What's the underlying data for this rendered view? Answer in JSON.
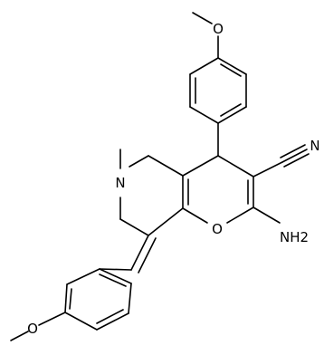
{
  "molecule": {
    "atom_labels": {
      "top_ether_O": "O",
      "nitrile_N": "N",
      "ring_N": "N",
      "ring_O": "O",
      "amino_NH2": "NH2",
      "bottom_ether_O": "O"
    }
  }
}
